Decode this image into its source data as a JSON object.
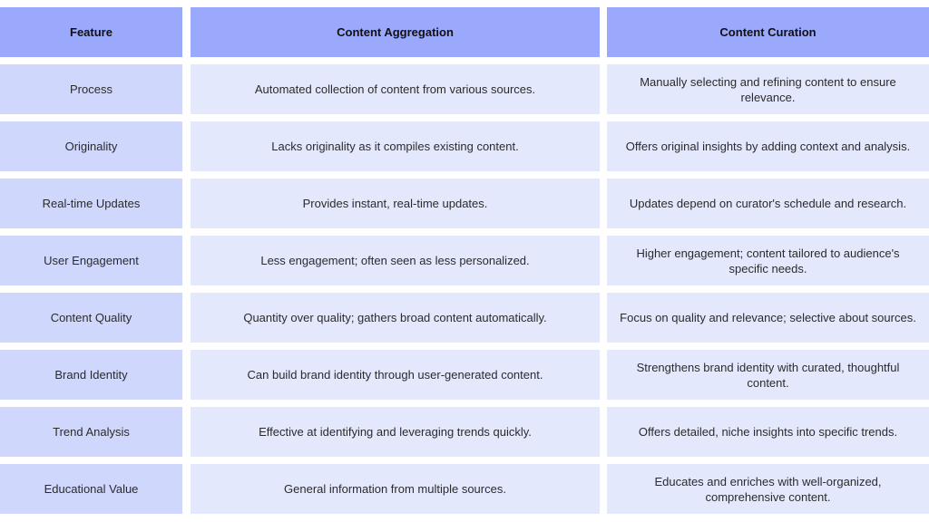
{
  "table": {
    "headers": [
      "Feature",
      "Content Aggregation",
      "Content Curation"
    ],
    "rows": [
      [
        "Process",
        "Automated collection of content from various sources.",
        "Manually selecting and refining content to ensure relevance."
      ],
      [
        "Originality",
        "Lacks originality as it compiles existing content.",
        "Offers original insights by adding context and analysis."
      ],
      [
        "Real-time Updates",
        "Provides instant, real-time updates.",
        "Updates depend on curator's schedule and research."
      ],
      [
        "User Engagement",
        "Less engagement; often seen as less personalized.",
        "Higher engagement; content tailored to audience's specific needs."
      ],
      [
        "Content Quality",
        "Quantity over quality; gathers broad content automatically.",
        "Focus on quality and relevance; selective about sources."
      ],
      [
        "Brand Identity",
        "Can build brand identity through user-generated content.",
        "Strengthens brand identity with curated, thoughtful content."
      ],
      [
        "Trend Analysis",
        "Effective at identifying and leveraging trends quickly.",
        "Offers detailed, niche insights into specific trends."
      ],
      [
        "Educational Value",
        "General information from multiple sources.",
        "Educates and enriches with well-organized, comprehensive content."
      ]
    ]
  }
}
